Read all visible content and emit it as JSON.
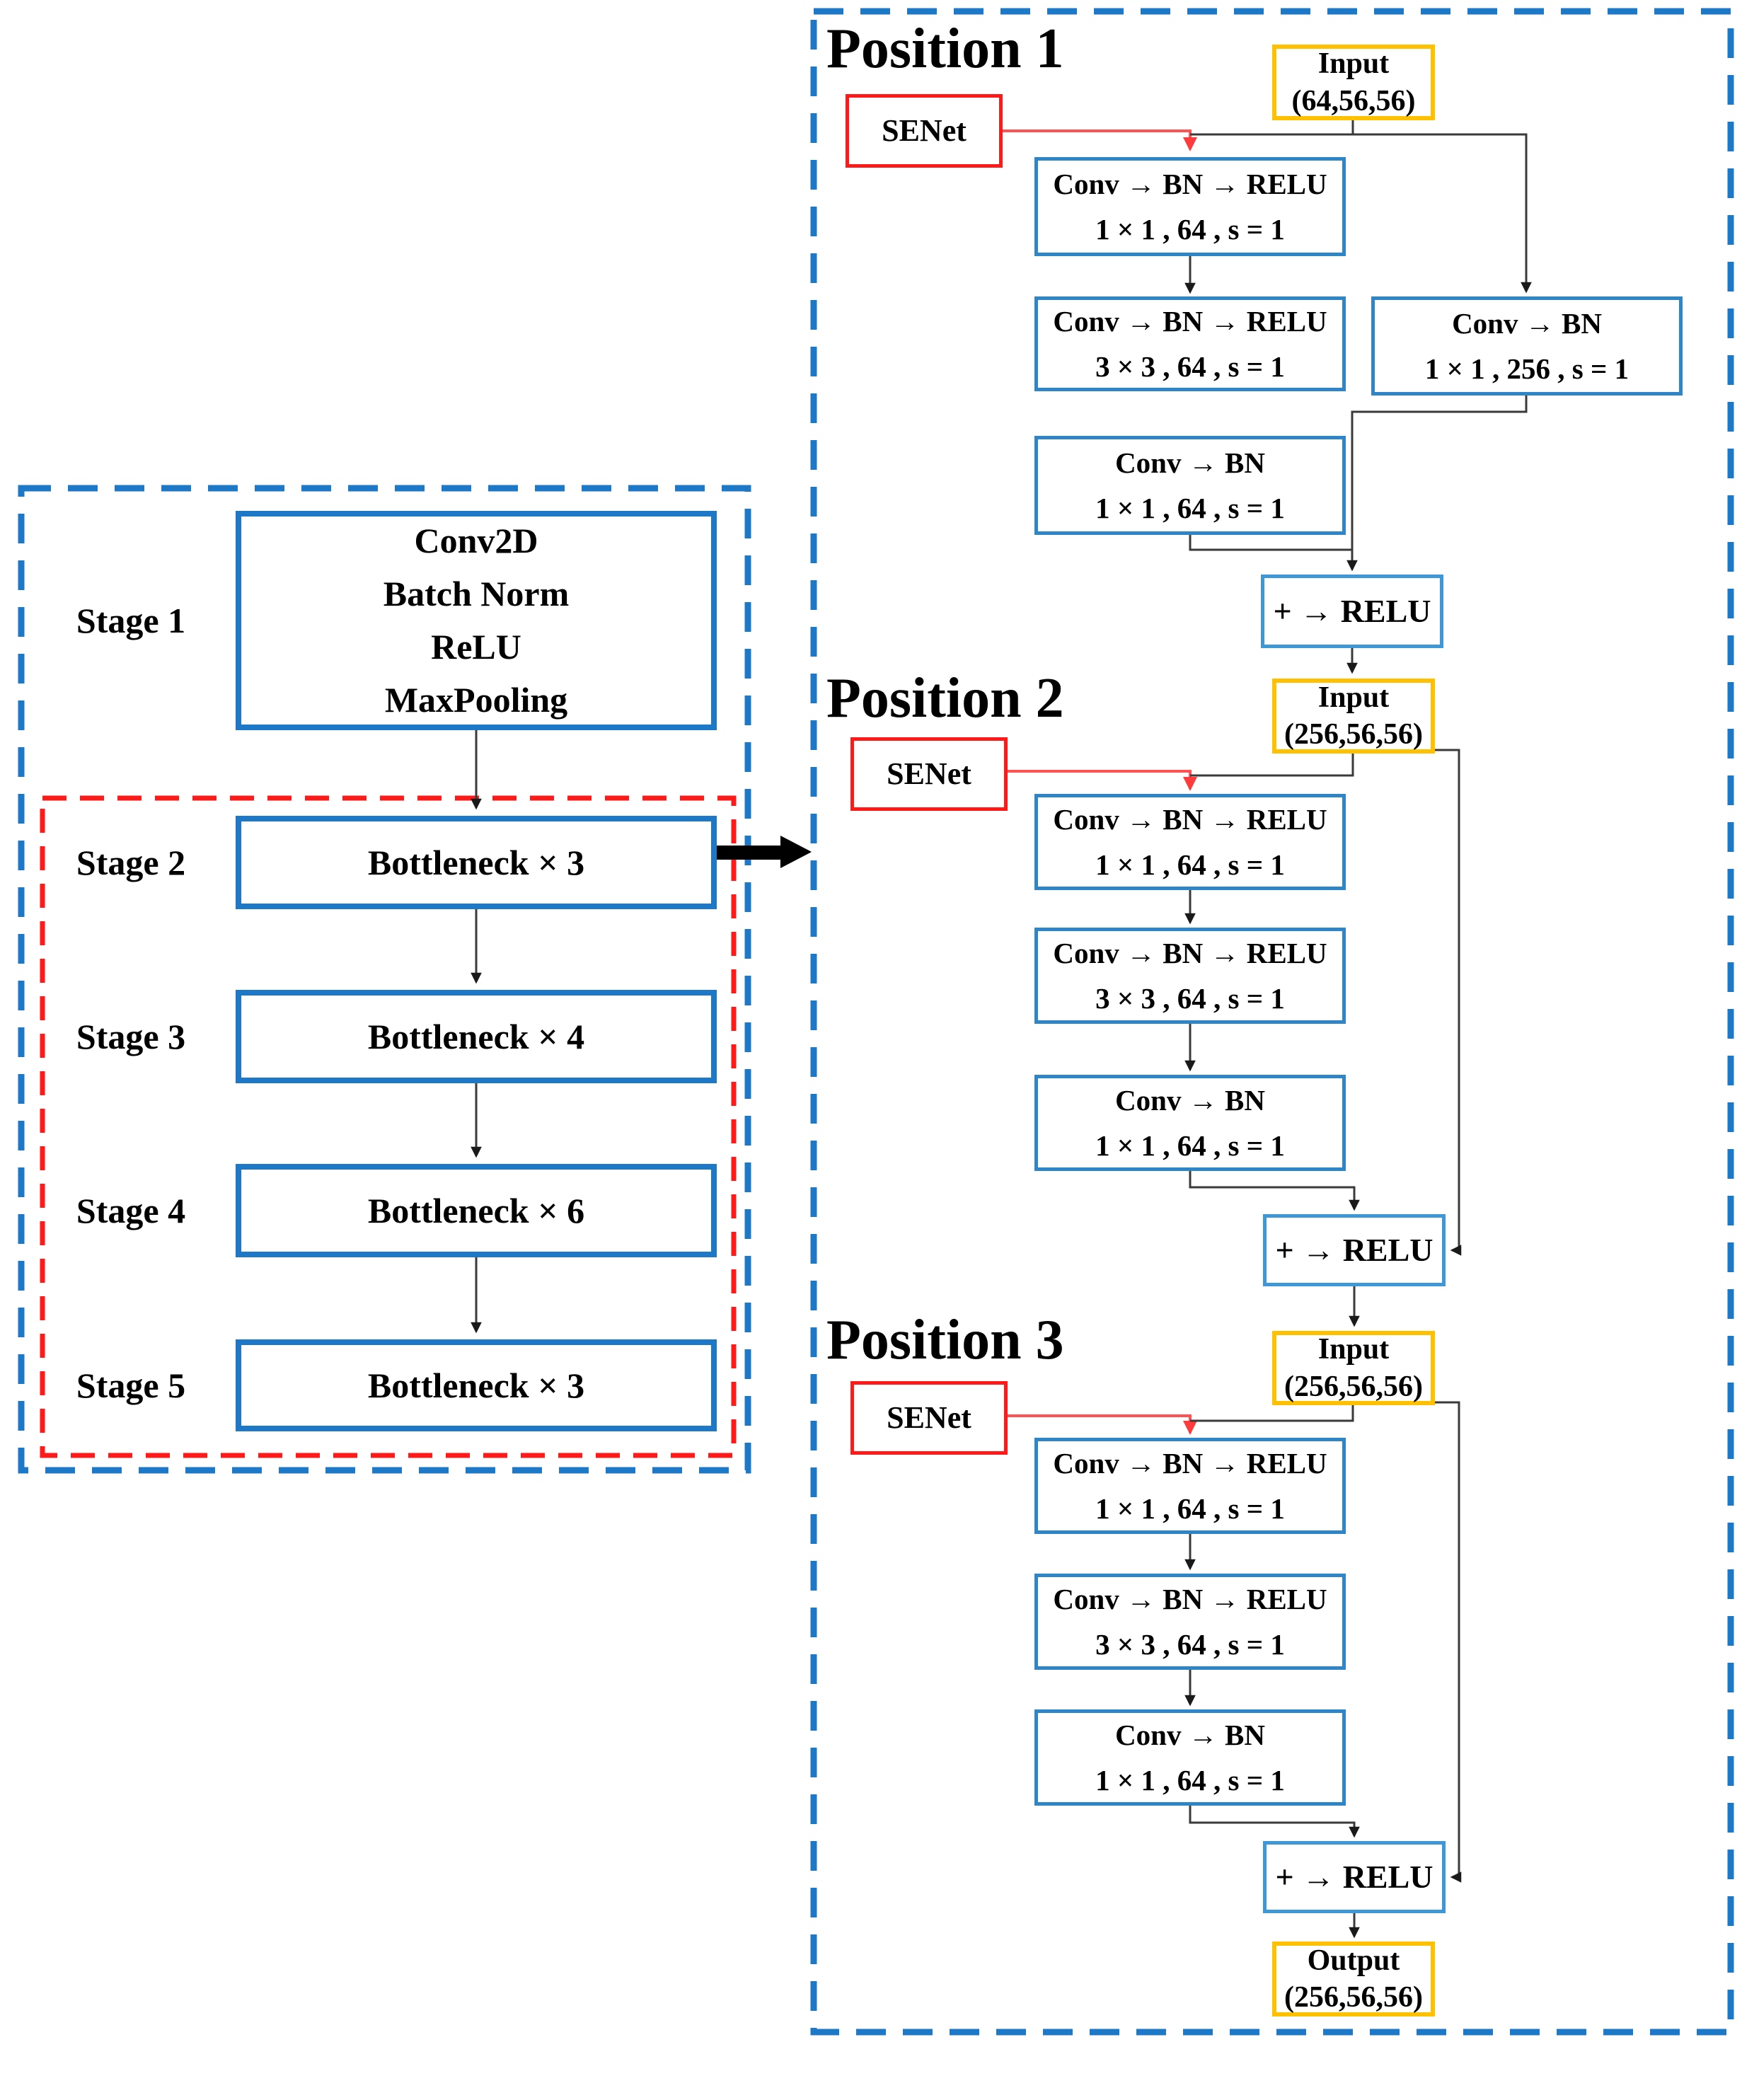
{
  "colors": {
    "blue": "#1E78C8",
    "boxblue": "#2E86C8",
    "red": "#FF1A1A",
    "linered": "#FF5252",
    "yellow": "#FFC000",
    "line": "#3A3A3A",
    "text": "#000000"
  },
  "overview": {
    "stages": [
      {
        "label": "Stage 1",
        "lines": [
          "Conv2D",
          "Batch Norm",
          "ReLU",
          "MaxPooling"
        ]
      },
      {
        "label": "Stage 2",
        "lines": [
          "Bottleneck × 3"
        ]
      },
      {
        "label": "Stage 3",
        "lines": [
          "Bottleneck × 4"
        ]
      },
      {
        "label": "Stage 4",
        "lines": [
          "Bottleneck × 6"
        ]
      },
      {
        "label": "Stage 5",
        "lines": [
          "Bottleneck × 3"
        ]
      }
    ]
  },
  "positions": [
    {
      "title": "Position 1",
      "senet_label": "SENet",
      "input_label": "Input",
      "input_shape": "(64,56,56)",
      "conv1_l1": "Conv → BN → RELU",
      "conv1_l2": "1 × 1 , 64 , s = 1",
      "conv2_l1": "Conv → BN → RELU",
      "conv2_l2": "3 × 3 , 64 , s = 1",
      "shortcut_l1": "Conv → BN",
      "shortcut_l2": "1 × 1 , 256 , s = 1",
      "conv3_l1": "Conv → BN",
      "conv3_l2": "1 × 1 , 64 , s = 1",
      "add_label": "+ → RELU"
    },
    {
      "title": "Position 2",
      "senet_label": "SENet",
      "input_label": "Input",
      "input_shape": "(256,56,56)",
      "conv1_l1": "Conv → BN → RELU",
      "conv1_l2": "1 × 1 , 64 , s = 1",
      "conv2_l1": "Conv → BN → RELU",
      "conv2_l2": "3 × 3 , 64 , s = 1",
      "conv3_l1": "Conv → BN",
      "conv3_l2": "1 × 1 , 64 , s = 1",
      "add_label": "+ → RELU"
    },
    {
      "title": "Position 3",
      "senet_label": "SENet",
      "input_label": "Input",
      "input_shape": "(256,56,56)",
      "conv1_l1": "Conv → BN → RELU",
      "conv1_l2": "1 × 1 , 64 , s = 1",
      "conv2_l1": "Conv → BN → RELU",
      "conv2_l2": "3 × 3 , 64 , s = 1",
      "conv3_l1": "Conv → BN",
      "conv3_l2": "1 × 1 , 64 , s = 1",
      "add_label": "+ → RELU",
      "output_label": "Output",
      "output_shape": "(256,56,56)"
    }
  ]
}
